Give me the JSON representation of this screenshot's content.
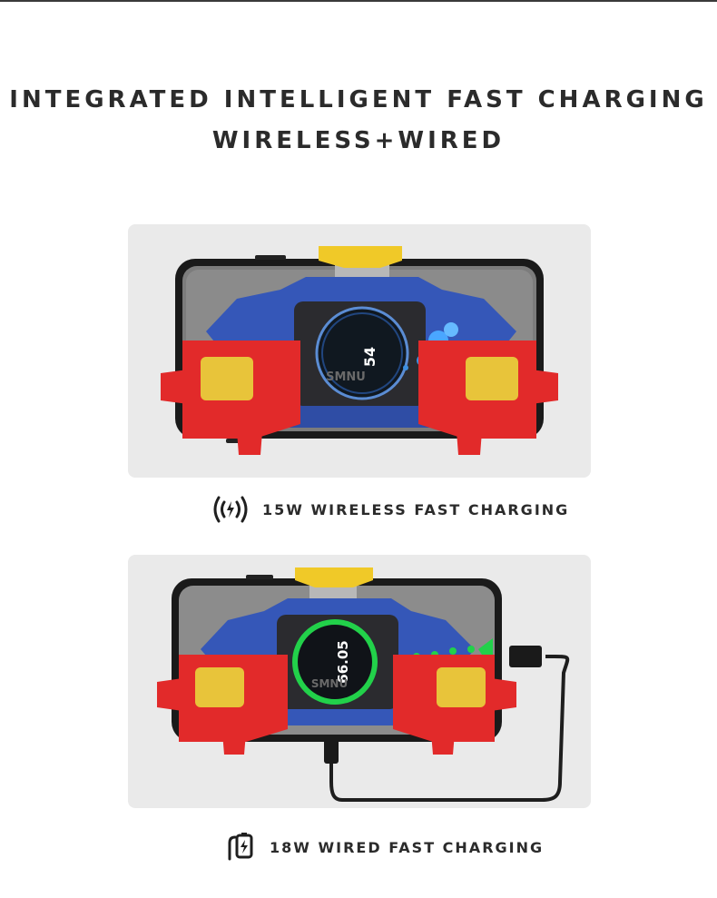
{
  "header": {
    "title_line1": "INTEGRATED INTELLIGENT FAST CHARGING",
    "title_line2": "WIRELESS+WIRED"
  },
  "wireless": {
    "caption": "15W WIRELESS FAST CHARGING",
    "icon": "wireless-charging-icon",
    "screen_percent": "54",
    "brand": "SMNU"
  },
  "wired": {
    "caption": "18W WIRED FAST CHARGING",
    "icon": "wired-charging-icon",
    "screen_percent": "66.05",
    "brand": "SMNU"
  },
  "colors": {
    "background": "#ffffff",
    "panel": "#eaeaea",
    "clamp_red": "#e22a2a",
    "mount_blue": "#3557b8",
    "pad_yellow": "#e8c43a",
    "charge_green": "#22d14a",
    "text": "#2b2b2b"
  }
}
